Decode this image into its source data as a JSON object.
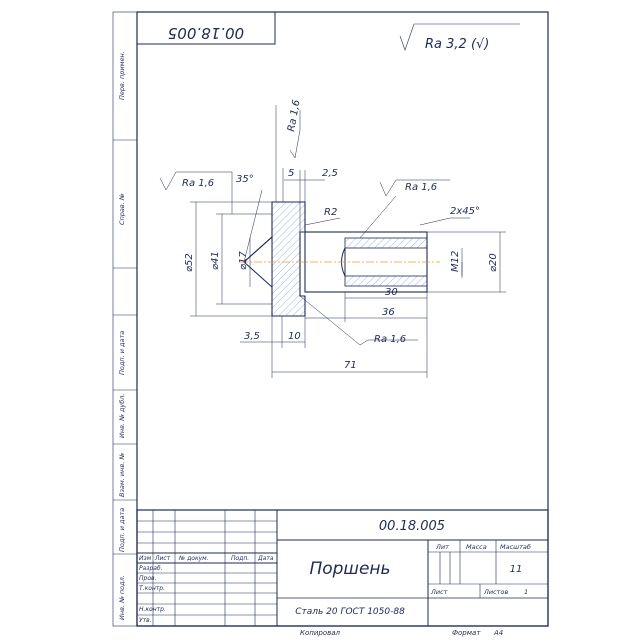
{
  "drawing": {
    "doc_number": "00.18.005",
    "doc_number_rotated": "00.18.005",
    "part_name": "Поршень",
    "material": "Сталь 20  ГОСТ 1050-88",
    "general_roughness": "Ra 3,2 (√)",
    "scale": "1:1",
    "format": "A4",
    "copied_label": "Копировал",
    "format_label": "Формат",
    "sheet_label": "Лист",
    "sheets_label": "Листов",
    "sheets_count": "1",
    "lit_label": "Лит",
    "mass_label": "Масса",
    "scale_label": "Масштаб",
    "scale_value": "11"
  },
  "title_block": {
    "col_headers": [
      "Изм",
      "Лист",
      "№ докум.",
      "Подп.",
      "Дата"
    ],
    "rows": [
      "Разраб.",
      "Пров.",
      "Т.контр.",
      "",
      "Н.контр.",
      "Утв."
    ]
  },
  "side_labels": [
    "Перв. примен.",
    "Справ. №",
    "Подп. и дата",
    "Инв. № дубл.",
    "Взам. инв. №",
    "Подп. и дата",
    "Инв. № подл."
  ],
  "dimensions": {
    "ra_top": "Ra 1,6",
    "ra_left": "Ra 1,6",
    "ra_right": "Ra 1,6",
    "ra_bottom": "Ra 1,6",
    "angle_35": "35°",
    "d5": "5",
    "d2_5": "2,5",
    "r2": "R2",
    "chamfer": "2x45°",
    "phi52": "⌀52",
    "phi41": "⌀41",
    "phi17": "⌀17",
    "m12": "M12",
    "phi20": "⌀20",
    "d30": "30",
    "d36": "36",
    "d3_5": "3,5",
    "d10": "10",
    "d71": "71"
  }
}
